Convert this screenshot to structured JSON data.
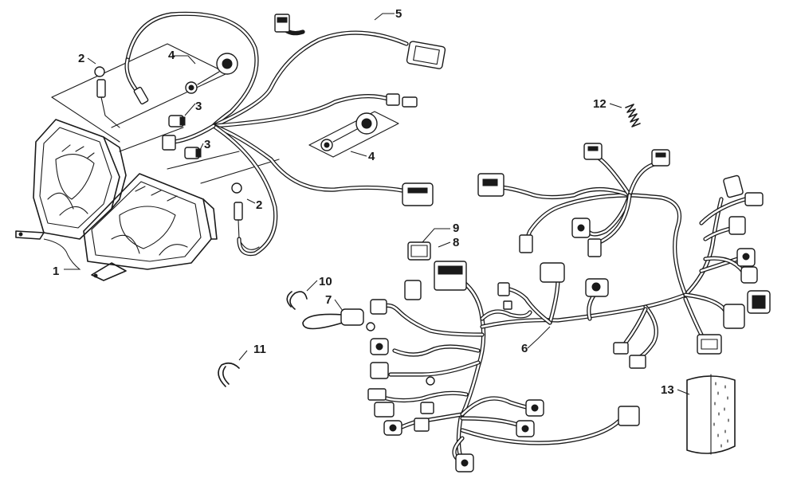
{
  "callouts": [
    {
      "id": "c1",
      "text": "1"
    },
    {
      "id": "c2a",
      "text": "2"
    },
    {
      "id": "c2b",
      "text": "2"
    },
    {
      "id": "c3a",
      "text": "3"
    },
    {
      "id": "c3b",
      "text": "3"
    },
    {
      "id": "c4a",
      "text": "4"
    },
    {
      "id": "c4b",
      "text": "4"
    },
    {
      "id": "c5",
      "text": "5"
    },
    {
      "id": "c6",
      "text": "6"
    },
    {
      "id": "c7",
      "text": "7"
    },
    {
      "id": "c8",
      "text": "8"
    },
    {
      "id": "c9",
      "text": "9"
    },
    {
      "id": "c10",
      "text": "10"
    },
    {
      "id": "c11",
      "text": "11"
    },
    {
      "id": "c12",
      "text": "12"
    },
    {
      "id": "c13",
      "text": "13"
    }
  ],
  "colors": {
    "line": "#1a1a1a",
    "background": "#ffffff",
    "fill_grey": "#bdbdbd"
  }
}
